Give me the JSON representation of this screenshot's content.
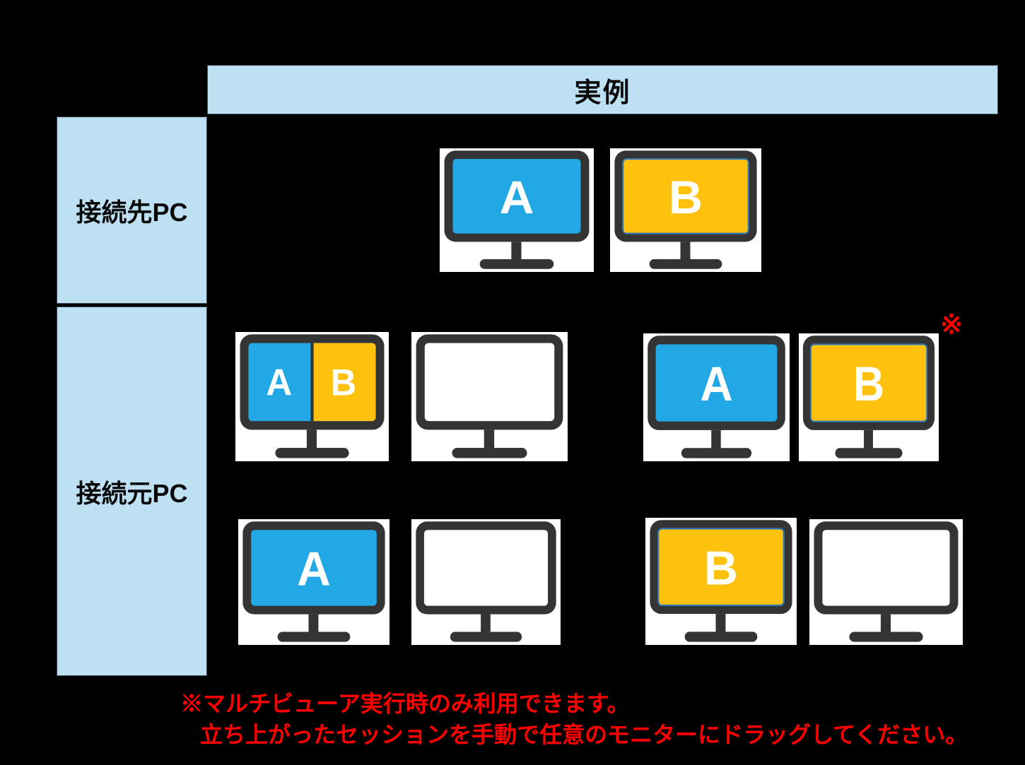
{
  "header": {
    "title": "実例"
  },
  "row_labels": {
    "destination": "接続先PC",
    "source": "接続元PC"
  },
  "examples": {
    "destination": {
      "monitor_a": "A",
      "monitor_b": "B"
    },
    "source_multiview_split": {
      "split_left": "A",
      "split_right": "B"
    },
    "source_two_monitors": {
      "monitor_a": "A",
      "monitor_b": "B",
      "note_marker": "※"
    },
    "source_a_only": {
      "monitor_a": "A"
    },
    "source_b_only": {
      "monitor_b": "B"
    }
  },
  "footnote": {
    "line1": "※マルチビューア実行時のみ利用できます。",
    "line2": "立ち上がったセッションを手動で任意のモニターにドラッグしてください。"
  },
  "colors": {
    "background": "#000000",
    "table_cell_fill": "#BDE0F2",
    "screen_blue": "#22A9E5",
    "screen_orange": "#FEC10D",
    "screen_outline_blue": "#2E75B6",
    "monitor_frame": "#343434",
    "note_red": "#FF0000"
  }
}
